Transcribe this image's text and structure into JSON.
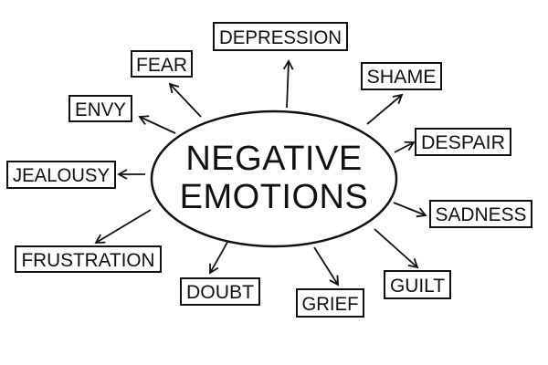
{
  "center": {
    "line1": "NEGATIVE",
    "line2": "EMOTIONS"
  },
  "nodes": [
    {
      "id": "depression",
      "label": "DEPRESSION"
    },
    {
      "id": "fear",
      "label": "FEAR"
    },
    {
      "id": "shame",
      "label": "SHAME"
    },
    {
      "id": "envy",
      "label": "ENVY"
    },
    {
      "id": "despair",
      "label": "DESPAIR"
    },
    {
      "id": "jealousy",
      "label": "JEALOUSY"
    },
    {
      "id": "sadness",
      "label": "SADNESS"
    },
    {
      "id": "frustration",
      "label": "FRUSTRATION"
    },
    {
      "id": "guilt",
      "label": "GUILT"
    },
    {
      "id": "doubt",
      "label": "DOUBT"
    },
    {
      "id": "grief",
      "label": "GRIEF"
    }
  ],
  "colors": {
    "ink": "#111111",
    "background": "#ffffff"
  }
}
